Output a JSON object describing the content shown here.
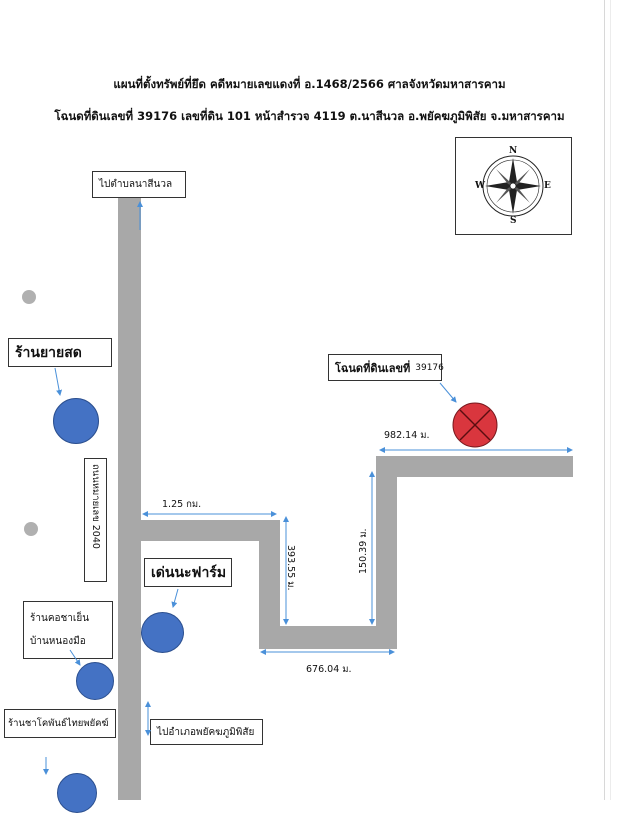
{
  "header": {
    "title_line1": "แผนที่ตั้งทรัพย์ที่ยึด คดีหมายเลขแดงที่ อ.1468/2566 ศาลจังหวัดมหาสารคาม",
    "title_line2": "โฉนดที่ดินเลขที่ 39176 เลขที่ดิน 101 หน้าสำรวจ 4119 ต.นาสีนวล อ.พยัคฆภูมิพิสัย จ.มหาสารคาม"
  },
  "compass": {
    "n": "N",
    "s": "S",
    "e": "E",
    "w": "W"
  },
  "labels": {
    "to_nasinuan": "ไปตำบลนาสีนวล",
    "road_name": "ถนนหมายเลข 2040",
    "shop_yaisot": "ร้านยายสด",
    "den_farm": "เด่นนะฟาร์ม",
    "shop_khorchayen": "ร้านคอชาเย็น",
    "ban_nongmue": "บ้านหนองมือ",
    "shop_sakhok": "ร้านชาโคพันธ์ไทยพยัคฆ์",
    "to_phayakkhaphum": "ไปอำเภอพยัคฆภูมิพิสัย",
    "deed_label": "โฉนดที่ดินเลขที่",
    "deed_number": "39176"
  },
  "dimensions": {
    "d_125km": "1.25 กม.",
    "d_39355": "393.55 ม.",
    "d_67604": "676.04 ม.",
    "d_15039": "150.39 ม.",
    "d_98214": "982.14 ม."
  },
  "colors": {
    "road": "#a8a8a8",
    "landmark": "#4472c4",
    "target": "#d9363e",
    "arrow": "#4a90d9"
  }
}
